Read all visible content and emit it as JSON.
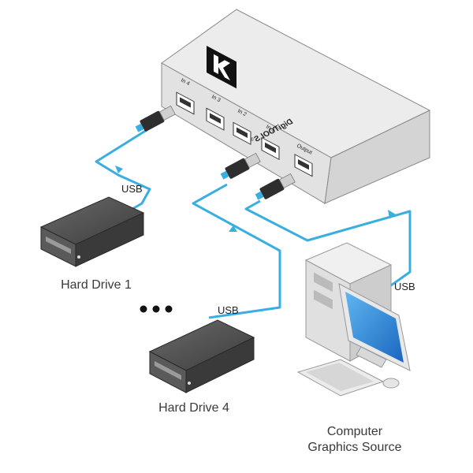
{
  "device": {
    "brand_text": "DigiTOOLS",
    "trademark": "®",
    "ports": [
      {
        "id": "in4",
        "label": "In 4"
      },
      {
        "id": "in3",
        "label": "In 3"
      },
      {
        "id": "in2",
        "label": "In 2"
      },
      {
        "id": "in1",
        "label": "In 1"
      },
      {
        "id": "output",
        "label": "Output"
      }
    ]
  },
  "cables": {
    "hd1": "USB",
    "hd4": "USB",
    "computer": "USB"
  },
  "captions": {
    "hard_drive_1": "Hard Drive 1",
    "hard_drive_4": "Hard Drive 4",
    "computer_line1": "Computer",
    "computer_line2": "Graphics Source"
  },
  "colors": {
    "cable": "#39aee0",
    "device_body": "#e9e9e9",
    "drive_body": "#4a4a4a",
    "screen": "#2f7fd0"
  }
}
